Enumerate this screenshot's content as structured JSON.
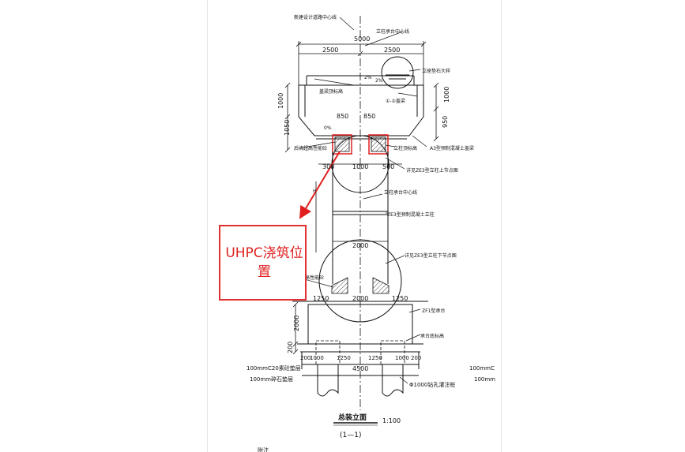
{
  "drawing": {
    "top_labels": {
      "road_centerline": "新建设计道路中心线",
      "pier_center": "立柱承台中心线",
      "total_width": "5000",
      "half_left": "2500",
      "half_right": "2500"
    },
    "top_annotations": {
      "cap_elev": "盖梁顶标高",
      "rebar_note": "立座垫石大样",
      "beam_label": "①-①盖梁",
      "dim_1000": "1000",
      "dim_1050": "1050",
      "dim_950": "950",
      "dim_850a": "850",
      "dim_850b": "850",
      "slope": "2%",
      "slope2": "2%",
      "ang": "0%"
    },
    "mid_labels": {
      "post_cast_left": "后浇超高性能砼",
      "cap_top_elev": "立柱顶标高",
      "a3_cap": "A3型预制混凝土盖梁",
      "detail_upper": "详见ZE3型立柱上节点图",
      "dim_300": "300",
      "dim_1000": "1000",
      "dim_500": "500",
      "pier_centerline": "立柱承台中心线",
      "ze3_column": "ZE3型预制混凝土立柱",
      "h": "H",
      "dim_2000": "2000",
      "detail_lower": "详见ZE3型立柱下节点图",
      "post_cast_lower": "后浇超高性能砼"
    },
    "footing": {
      "dim_1250a": "1250",
      "dim_2000": "2000",
      "dim_1250b": "1250",
      "zf1": "ZF1型承台",
      "dim_2000v": "2000",
      "dim_200": "200",
      "cap_elev": "承台底标高",
      "dims_bottom": [
        "200",
        "1000",
        "1250",
        "1250",
        "1000",
        "200"
      ],
      "dim_4500": "4500",
      "layer_c20": "100mmC20素砼垫层",
      "layer_gravel": "100mm碎石垫层",
      "pile": "Φ1000钻孔灌注桩",
      "right_cut_1": "100mmC",
      "right_cut_2": "100mm"
    },
    "title": {
      "name": "总装立面",
      "scale": "1:100",
      "section": "(1—1)",
      "footer_cut": "附注"
    }
  },
  "callout": {
    "text": "UHPC浇筑位置",
    "color": "#e02020"
  },
  "colors": {
    "line": "#111111",
    "accent_red": "#e02020"
  }
}
